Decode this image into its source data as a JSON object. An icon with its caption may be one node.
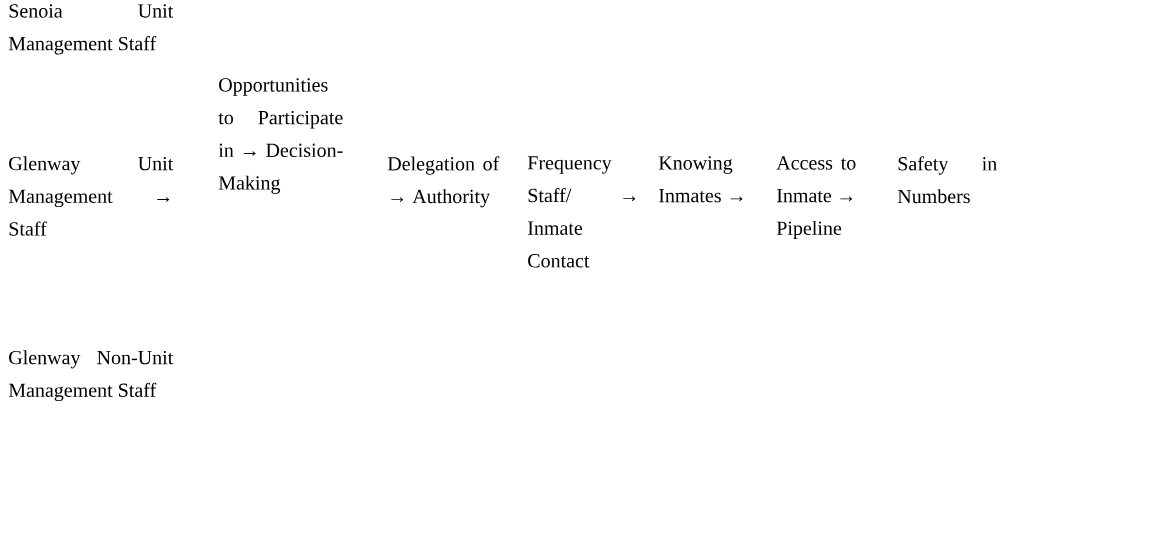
{
  "diagram": {
    "labels": [
      "Senoia Unit Management Staff",
      "Glenway Unit Management → Staff",
      "Glenway Non-Unit Management Staff",
      "Opportunities to Participate in → Decision-Making",
      "Delegation of → Authority",
      "Frequency Staff/ → Inmate Contact",
      "Knowing Inmates →",
      "Access to Inmate → Pipeline",
      "Safety in Numbers"
    ]
  }
}
